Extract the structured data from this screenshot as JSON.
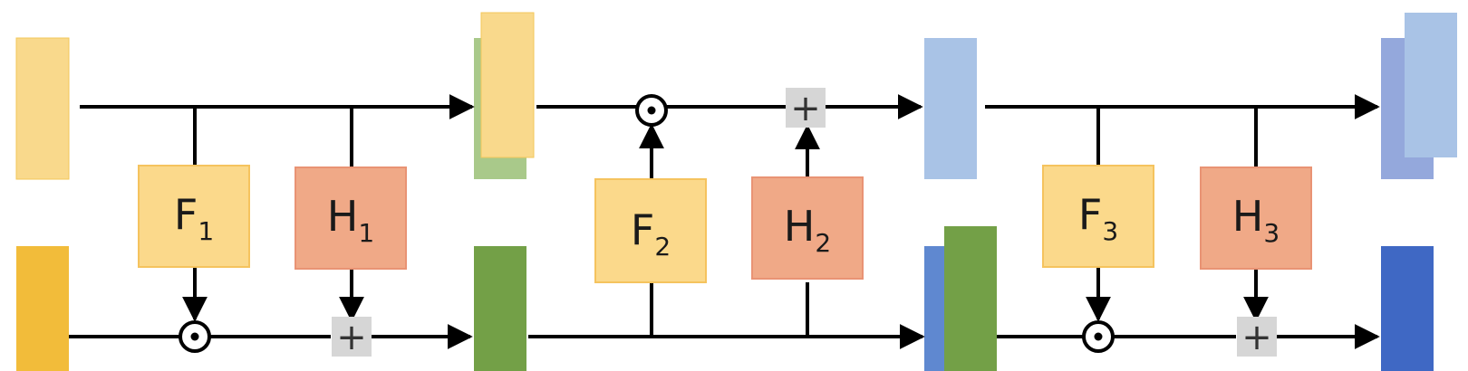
{
  "colors": {
    "light_yellow": "#f9d98c",
    "light_yellow_edge": "#f3c75a",
    "orange_yellow": "#f2bc3a",
    "light_green": "#a9c98a",
    "green": "#73a047",
    "light_blue": "#a9c3e6",
    "periwinkle": "#94a8dc",
    "blue": "#3f68c4",
    "f_box": "#fbd98b",
    "f_box_edge": "#f5c35e",
    "h_box": "#f0a987",
    "h_box_edge": "#e99374",
    "plus_box": "#d6d6d6",
    "line": "#000000"
  },
  "blocks": [
    {
      "name": "F",
      "sub": "1",
      "kind": "f"
    },
    {
      "name": "H",
      "sub": "1",
      "kind": "h"
    },
    {
      "name": "F",
      "sub": "2",
      "kind": "f"
    },
    {
      "name": "H",
      "sub": "2",
      "kind": "h"
    },
    {
      "name": "F",
      "sub": "3",
      "kind": "f"
    },
    {
      "name": "H",
      "sub": "3",
      "kind": "h"
    }
  ],
  "operators": {
    "hadamard": "⊙",
    "plus": "+"
  }
}
